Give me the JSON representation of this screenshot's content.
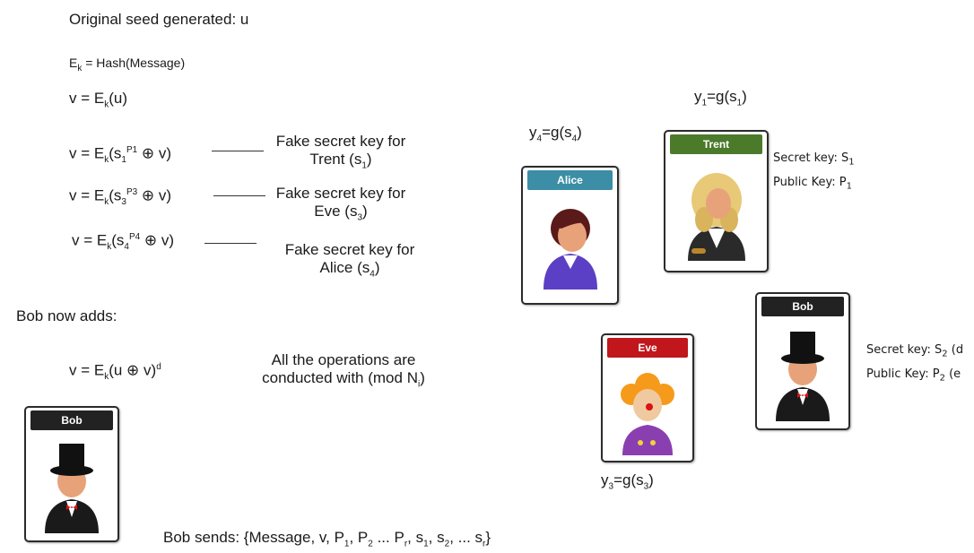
{
  "header": {
    "seed": "Original seed generated: u",
    "ek_def": "= Hash(Message)",
    "v_def": "v = E",
    "v_def_tail": "(u)"
  },
  "equations": [
    {
      "lhs": "v = E",
      "sub_k": "k",
      "mid": "(s",
      "sub_s": "1",
      "sup_p": "P1",
      "tail": " ⊕ v)",
      "label": "Fake secret key for Trent (s",
      "label_sub": "1",
      "label_tail": ")"
    },
    {
      "lhs": "v = E",
      "sub_k": "k",
      "mid": "(s",
      "sub_s": "3",
      "sup_p": "P3",
      "tail": " ⊕ v)",
      "label": "Fake secret key for Eve (s",
      "label_sub": "3",
      "label_tail": ")"
    },
    {
      "lhs": "v = E",
      "sub_k": "k",
      "mid": "(s",
      "sub_s": "4",
      "sup_p": "P4",
      "tail": " ⊕ v)",
      "label": "Fake secret key for Alice (s",
      "label_sub": "4",
      "label_tail": ")"
    }
  ],
  "bob_adds": {
    "heading": "Bob now adds:",
    "eq_head": "v = E",
    "eq_mid": "(u ⊕ v)",
    "eq_sup": "d",
    "note": "All the operations are conducted with (mod N",
    "note_sub": "i",
    "note_tail": ")"
  },
  "bob_sends": "Bob sends: {Message, v, P",
  "bob_sends_parts": [
    "1",
    ", P",
    "2",
    " ... P",
    "r",
    ", s",
    "1",
    ", s",
    "2",
    ", ... s",
    "r",
    "}"
  ],
  "cards": {
    "alice": {
      "name": "Alice",
      "color": "#3b8ea5"
    },
    "trent": {
      "name": "Trent",
      "color": "#4b7a2b"
    },
    "bob_right": {
      "name": "Bob",
      "color": "#222222"
    },
    "eve": {
      "name": "Eve",
      "color": "#c0161c"
    },
    "bob_left": {
      "name": "Bob",
      "color": "#222222"
    }
  },
  "labels": {
    "y1": [
      "y",
      "1",
      "=g(s",
      "1",
      ")"
    ],
    "y4": [
      "y",
      "4",
      "=g(s",
      "4",
      ")"
    ],
    "y3": [
      "y",
      "3",
      "=g(s",
      "3",
      ")"
    ]
  },
  "keys": {
    "trent_secret": "Secret key: S",
    "trent_secret_sub": "1",
    "trent_public": "Public Key: P",
    "trent_public_sub": "1",
    "bob_secret": "Secret key: S",
    "bob_secret_sub": "2",
    "bob_secret_tail": " (d",
    "bob_public": "Public Key: P",
    "bob_public_sub": "2",
    "bob_public_tail": " (e"
  }
}
